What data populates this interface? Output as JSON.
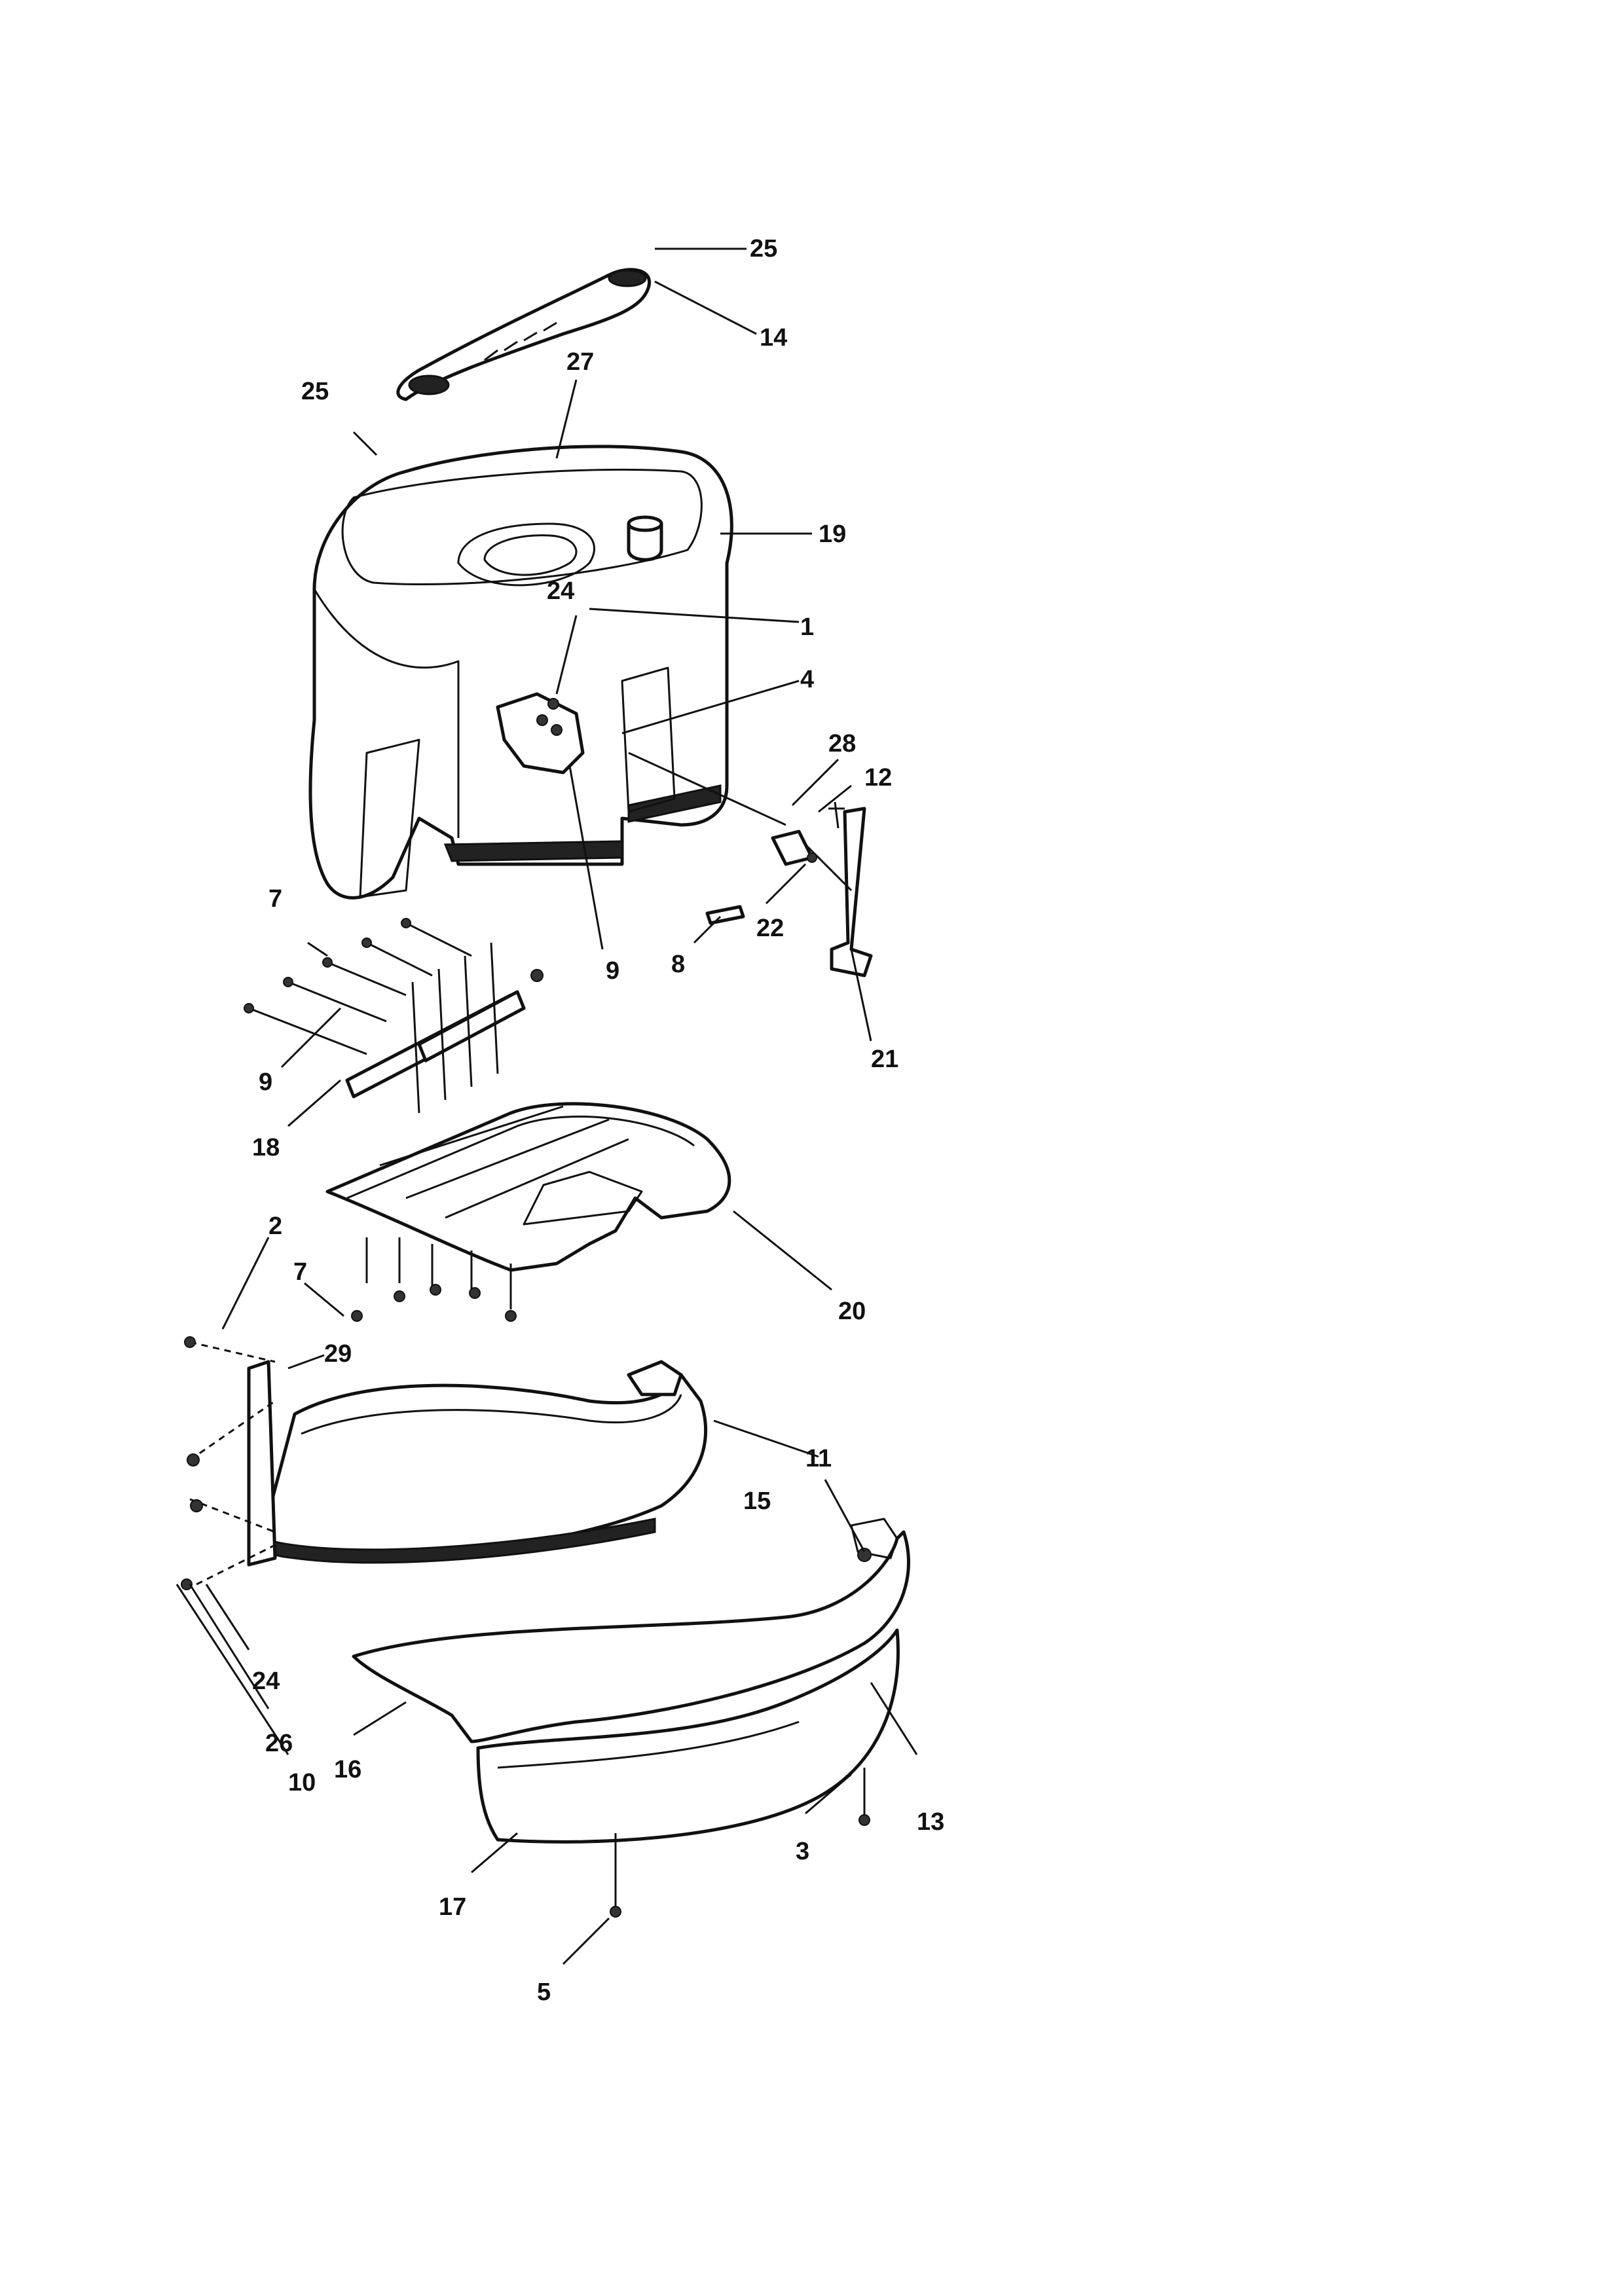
{
  "labels": {
    "l25a": "25",
    "l14": "14",
    "l27": "27",
    "l25b": "25",
    "l19": "19",
    "l24a": "24",
    "l1": "1",
    "l4": "4",
    "l28": "28",
    "l12": "12",
    "l7a": "7",
    "l9a": "9",
    "l8": "8",
    "l22": "22",
    "l21": "21",
    "l9b": "9",
    "l18": "18",
    "l2": "2",
    "l7b": "7",
    "l20": "20",
    "l29": "29",
    "l11": "11",
    "l15": "15",
    "l24b": "24",
    "l26": "26",
    "l10": "10",
    "l16": "16",
    "l13": "13",
    "l3": "3",
    "l17": "17",
    "l5": "5"
  }
}
